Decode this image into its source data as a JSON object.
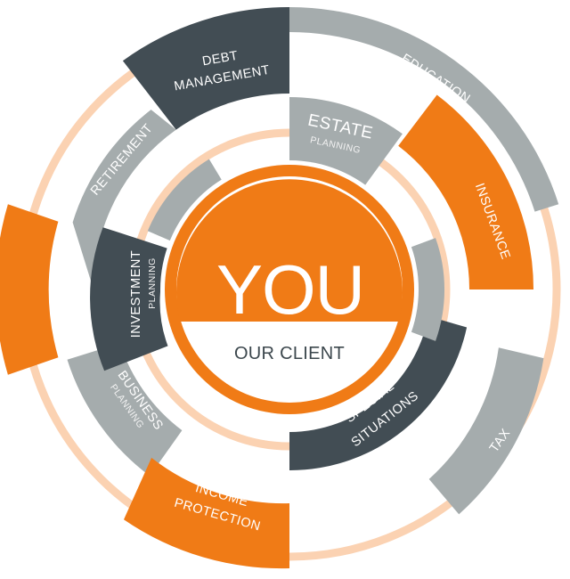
{
  "colors": {
    "orange": "#f07b16",
    "dark": "#424d54",
    "gray": "#a5acad",
    "peach": "#fbd2b2",
    "white": "#ffffff"
  },
  "center": {
    "title": "YOU",
    "subtitle": "OUR CLIENT"
  },
  "segments": {
    "debt": {
      "line1": "DEBT",
      "line2": "MANAGEMENT"
    },
    "education": {
      "label": "EDUCATION"
    },
    "estate": {
      "main": "ESTATE",
      "sub": "PLANNING"
    },
    "insurance": {
      "label": "INSURANCE"
    },
    "retirement": {
      "label": "RETIREMENT"
    },
    "investment": {
      "main": "INVESTMENT",
      "sub": "PLANNING"
    },
    "business": {
      "main": "BUSINESS",
      "sub": "PLANNING"
    },
    "special": {
      "line1": "SPECIAL",
      "line2": "SITUATIONS"
    },
    "tax": {
      "label": "TAX"
    },
    "income": {
      "line1": "INCOME",
      "line2": "PROTECTION"
    }
  }
}
